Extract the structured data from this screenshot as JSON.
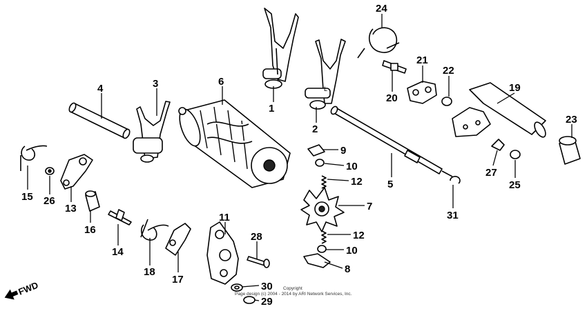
{
  "diagram": {
    "orientation_label": "FWD",
    "copyright_line1": "Copyright",
    "copyright_line2": "Page design (c) 2004 - 2014 by ARI Network Services, Inc.",
    "callouts": [
      {
        "id": "1",
        "label": "1"
      },
      {
        "id": "2",
        "label": "2"
      },
      {
        "id": "3",
        "label": "3"
      },
      {
        "id": "4",
        "label": "4"
      },
      {
        "id": "5",
        "label": "5"
      },
      {
        "id": "6",
        "label": "6"
      },
      {
        "id": "7",
        "label": "7"
      },
      {
        "id": "8",
        "label": "8"
      },
      {
        "id": "9",
        "label": "9"
      },
      {
        "id": "10a",
        "label": "10"
      },
      {
        "id": "10b",
        "label": "10"
      },
      {
        "id": "11",
        "label": "11"
      },
      {
        "id": "12a",
        "label": "12"
      },
      {
        "id": "12b",
        "label": "12"
      },
      {
        "id": "13",
        "label": "13"
      },
      {
        "id": "14",
        "label": "14"
      },
      {
        "id": "15",
        "label": "15"
      },
      {
        "id": "16",
        "label": "16"
      },
      {
        "id": "17",
        "label": "17"
      },
      {
        "id": "18",
        "label": "18"
      },
      {
        "id": "19",
        "label": "19"
      },
      {
        "id": "20",
        "label": "20"
      },
      {
        "id": "21",
        "label": "21"
      },
      {
        "id": "22",
        "label": "22"
      },
      {
        "id": "23",
        "label": "23"
      },
      {
        "id": "24",
        "label": "24"
      },
      {
        "id": "25",
        "label": "25"
      },
      {
        "id": "26",
        "label": "26"
      },
      {
        "id": "27",
        "label": "27"
      },
      {
        "id": "28",
        "label": "28"
      },
      {
        "id": "29",
        "label": "29"
      },
      {
        "id": "30",
        "label": "30"
      },
      {
        "id": "31",
        "label": "31"
      }
    ]
  }
}
